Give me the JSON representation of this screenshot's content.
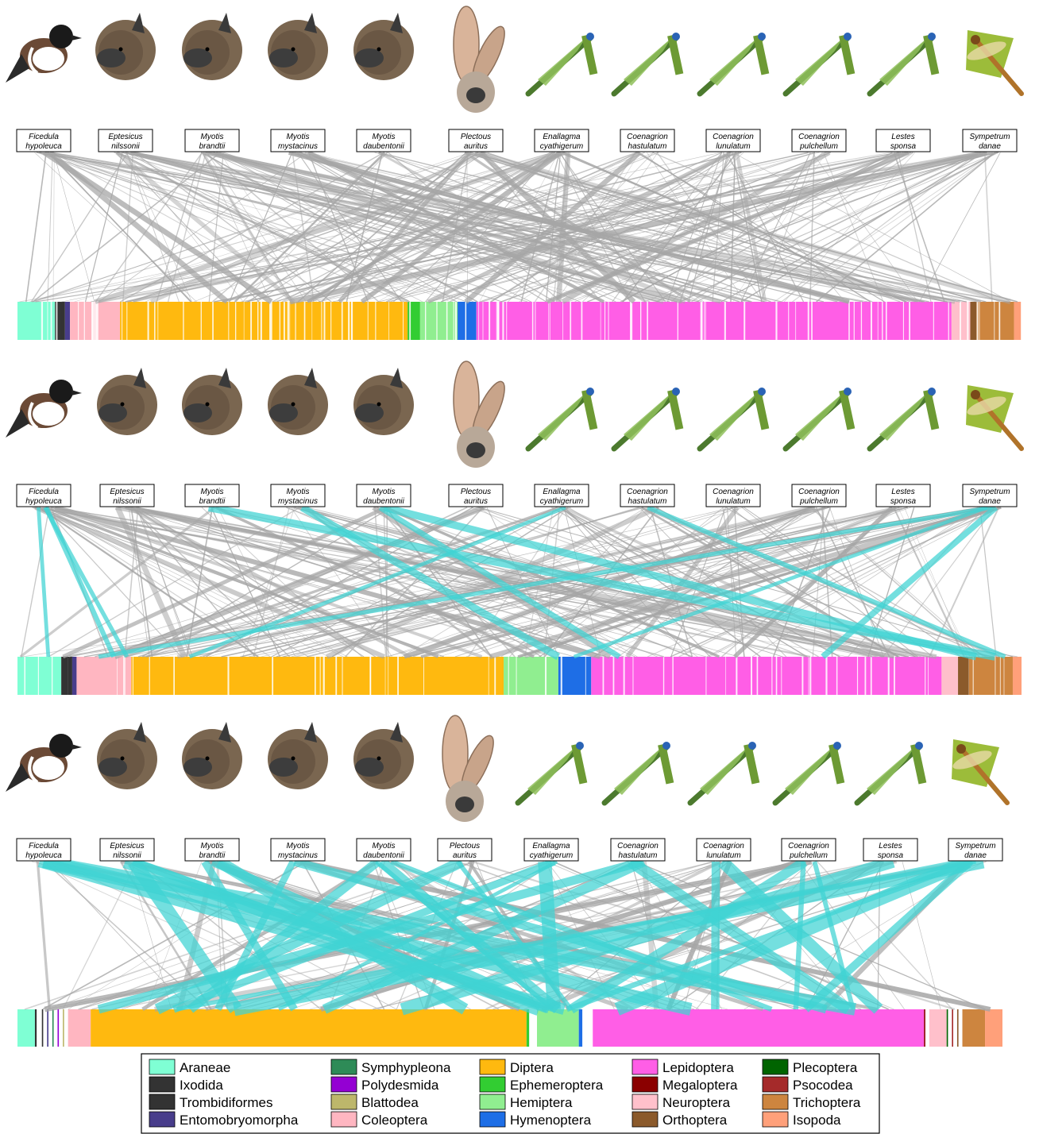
{
  "predators": [
    {
      "genus": "Ficedula",
      "species": "hypoleuca",
      "icon": "bird-icon"
    },
    {
      "genus": "Eptesicus",
      "species": "nilssonii",
      "icon": "bat-icon"
    },
    {
      "genus": "Myotis",
      "species": "brandtii",
      "icon": "bat-icon"
    },
    {
      "genus": "Myotis",
      "species": "mystacinus",
      "icon": "bat-icon"
    },
    {
      "genus": "Myotis",
      "species": "daubentonii",
      "icon": "bat-icon"
    },
    {
      "genus": "Plectous",
      "species": "auritus",
      "icon": "long-eared-bat-icon"
    },
    {
      "genus": "Enallagma",
      "species": "cyathigerum",
      "icon": "damselfly-icon"
    },
    {
      "genus": "Coenagrion",
      "species": "hastulatum",
      "icon": "damselfly-icon"
    },
    {
      "genus": "Coenagrion",
      "species": "lunulatum",
      "icon": "damselfly-icon"
    },
    {
      "genus": "Coenagrion",
      "species": "pulchellum",
      "icon": "damselfly-icon"
    },
    {
      "genus": "Lestes",
      "species": "sponsa",
      "icon": "damselfly-icon"
    },
    {
      "genus": "Sympetrum",
      "species": "danae",
      "icon": "dragonfly-icon"
    }
  ],
  "legend": [
    {
      "name": "Araneae",
      "color": "#7fffd4"
    },
    {
      "name": "Ixodida",
      "color": "#333333"
    },
    {
      "name": "Trombidiformes",
      "color": "#333333"
    },
    {
      "name": "Entomobryomorpha",
      "color": "#483d8b"
    },
    {
      "name": "Symphypleona",
      "color": "#2e8b57"
    },
    {
      "name": "Polydesmida",
      "color": "#9400d3"
    },
    {
      "name": "Blattodea",
      "color": "#bdb76b"
    },
    {
      "name": "Coleoptera",
      "color": "#ffb6c1"
    },
    {
      "name": "Diptera",
      "color": "#ffb90f"
    },
    {
      "name": "Ephemeroptera",
      "color": "#32cd32"
    },
    {
      "name": "Hemiptera",
      "color": "#90ee90"
    },
    {
      "name": "Hymenoptera",
      "color": "#1e6ee6"
    },
    {
      "name": "Lepidoptera",
      "color": "#ff5ee6"
    },
    {
      "name": "Megaloptera",
      "color": "#8b0000"
    },
    {
      "name": "Neuroptera",
      "color": "#ffc0cb"
    },
    {
      "name": "Orthoptera",
      "color": "#8b5a2b"
    },
    {
      "name": "Plecoptera",
      "color": "#006400"
    },
    {
      "name": "Psocodea",
      "color": "#a52a2a"
    },
    {
      "name": "Trichoptera",
      "color": "#cd853f"
    },
    {
      "name": "Isopoda",
      "color": "#ffa07a"
    }
  ],
  "colors": {
    "link": "#a6a6a6",
    "highlight": "#40d4d4"
  },
  "panels": [
    {
      "level": "species",
      "bar_segments": [
        [
          "Araneae",
          3
        ],
        [
          "Ixodida",
          0.4
        ],
        [
          "Trombidiformes",
          0.4
        ],
        [
          "Entomobryomorpha",
          0.4
        ],
        [
          "Coleoptera",
          4
        ],
        [
          "Diptera",
          23
        ],
        [
          "Ephemeroptera",
          1
        ],
        [
          "Hemiptera",
          3
        ],
        [
          "Hymenoptera",
          1.5
        ],
        [
          "Lepidoptera",
          38
        ],
        [
          "Neuroptera",
          1.5
        ],
        [
          "Orthoptera",
          0.5
        ],
        [
          "Trichoptera",
          3
        ],
        [
          "Isopoda",
          0.6
        ]
      ]
    },
    {
      "level": "genus",
      "bar_segments": [
        [
          "Araneae",
          4
        ],
        [
          "Ixodida",
          0.6
        ],
        [
          "Trombidiformes",
          0.4
        ],
        [
          "Entomobryomorpha",
          0.4
        ],
        [
          "Coleoptera",
          5
        ],
        [
          "Diptera",
          34
        ],
        [
          "Hemiptera",
          5
        ],
        [
          "Hymenoptera",
          3
        ],
        [
          "Lepidoptera",
          32
        ],
        [
          "Neuroptera",
          1.5
        ],
        [
          "Orthoptera",
          1
        ],
        [
          "Trichoptera",
          4
        ],
        [
          "Isopoda",
          0.8
        ]
      ]
    },
    {
      "level": "order",
      "bar_segments": [
        [
          "Araneae",
          1
        ],
        [
          "Ixodida",
          0.4
        ],
        [
          "Trombidiformes",
          0.3
        ],
        [
          "Entomobryomorpha",
          0.3
        ],
        [
          "Symphypleona",
          0.3
        ],
        [
          "Polydesmida",
          0.3
        ],
        [
          "Blattodea",
          0.3
        ],
        [
          "Coleoptera",
          1.3
        ],
        [
          "Diptera",
          25
        ],
        [
          "Ephemeroptera",
          0.6
        ],
        [
          "Hemiptera",
          2.4
        ],
        [
          "Hymenoptera",
          0.8
        ],
        [
          "Lepidoptera",
          19
        ],
        [
          "Megaloptera",
          0.3
        ],
        [
          "Neuroptera",
          1
        ],
        [
          "Plecoptera",
          0.3
        ],
        [
          "Psocodea",
          0.3
        ],
        [
          "Orthoptera",
          0.3
        ],
        [
          "Trichoptera",
          1.3
        ],
        [
          "Isopoda",
          1
        ]
      ]
    }
  ]
}
